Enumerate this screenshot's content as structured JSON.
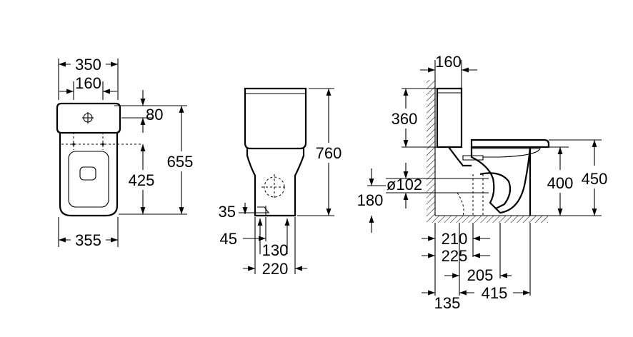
{
  "top_view": {
    "width_top": "350",
    "hole_spacing": "160",
    "hole_offset": "80",
    "hole_to_front": "425",
    "overall_depth": "655",
    "width_bottom": "355"
  },
  "front_view": {
    "height": "760",
    "outlet_height": "35",
    "outlet_offset": "45",
    "fixing_spacing": "130",
    "base_width": "220"
  },
  "side_view": {
    "wall_to_cistern": "160",
    "cistern_height": "360",
    "pipe_diameter": "ø102",
    "pipe_height": "180",
    "seat_height": "400",
    "rim_height": "450",
    "outlet_dist_1": "210",
    "outlet_dist_2": "225",
    "outlet_dist_3": "205",
    "wall_offset": "135",
    "base_length": "415"
  }
}
